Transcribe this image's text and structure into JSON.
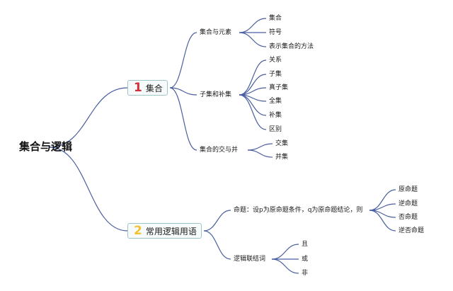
{
  "root": "集合与逻辑",
  "colors": {
    "line": "#4a5fa0",
    "box_border": "#9cc7c9",
    "num1": "#d1303a",
    "num2": "#f2c230"
  },
  "branches": [
    {
      "number": "1",
      "label": "集合",
      "groups": [
        {
          "label": "集合与元素",
          "items": [
            "集合",
            "符号",
            "表示集合的方法"
          ]
        },
        {
          "label": "子集和补集",
          "items": [
            "关系",
            "子集",
            "真子集",
            "全集",
            "补集",
            "区别"
          ]
        },
        {
          "label": "集合的交与并",
          "items": [
            "交集",
            "并集"
          ]
        }
      ]
    },
    {
      "number": "2",
      "label": "常用逻辑用语",
      "groups": [
        {
          "label": "命题：设p为原命题条件，q为原命题结论，则",
          "items": [
            "原命题",
            "逆命题",
            "否命题",
            "逆否命题"
          ]
        },
        {
          "label": "逻辑联结词",
          "items": [
            "且",
            "或",
            "非"
          ]
        }
      ]
    }
  ]
}
